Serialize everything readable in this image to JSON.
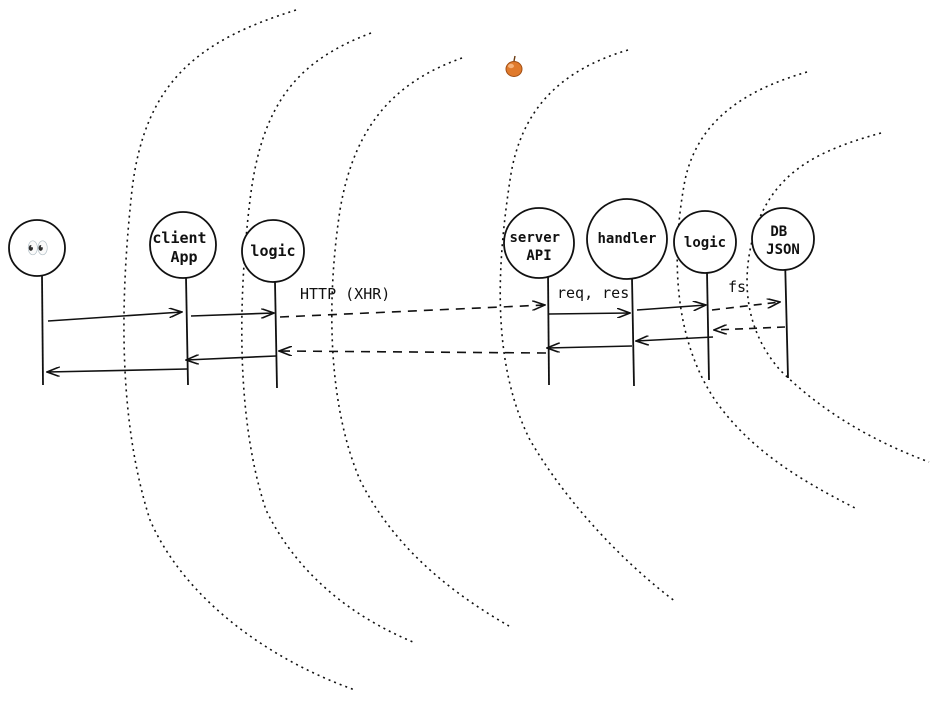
{
  "diagram": {
    "nodes": [
      {
        "id": "user",
        "label_lines": [
          "👀"
        ],
        "kind": "emoji"
      },
      {
        "id": "client-app",
        "label_lines": [
          "client",
          "App"
        ]
      },
      {
        "id": "client-logic",
        "label_lines": [
          "logic"
        ]
      },
      {
        "id": "server-api",
        "label_lines": [
          "server",
          "API"
        ]
      },
      {
        "id": "handler",
        "label_lines": [
          "handler"
        ]
      },
      {
        "id": "server-logic",
        "label_lines": [
          "logic"
        ]
      },
      {
        "id": "db-json",
        "label_lines": [
          "DB",
          "JSON"
        ]
      }
    ],
    "edge_labels": {
      "http": "HTTP (XHR)",
      "req_res": "req, res",
      "fs": "fs"
    },
    "arrows": [
      {
        "from": "user",
        "to": "client-app",
        "style": "solid"
      },
      {
        "from": "client-app",
        "to": "client-logic",
        "style": "solid"
      },
      {
        "from": "client-logic",
        "to": "server-api",
        "style": "dashed",
        "label": "http"
      },
      {
        "from": "server-api",
        "to": "handler",
        "style": "solid",
        "label": "req_res"
      },
      {
        "from": "handler",
        "to": "server-logic",
        "style": "solid"
      },
      {
        "from": "server-logic",
        "to": "db-json",
        "style": "dashed",
        "label": "fs"
      },
      {
        "from": "db-json",
        "to": "server-logic",
        "style": "dashed"
      },
      {
        "from": "server-logic",
        "to": "handler",
        "style": "solid"
      },
      {
        "from": "handler",
        "to": "server-api",
        "style": "solid"
      },
      {
        "from": "server-api",
        "to": "client-logic",
        "style": "dashed"
      },
      {
        "from": "client-logic",
        "to": "client-app",
        "style": "solid"
      },
      {
        "from": "client-app",
        "to": "user",
        "style": "solid"
      }
    ],
    "boundaries": 6,
    "onion_icon": "onion-icon",
    "colors": {
      "ink": "#111111",
      "onion": "#e07a2c"
    }
  }
}
